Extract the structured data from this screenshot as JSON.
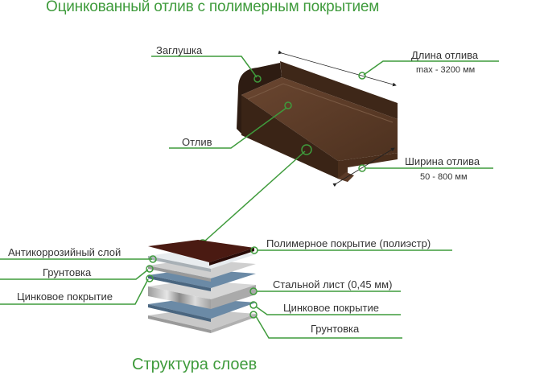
{
  "diagram": {
    "title": "Оцинкованный отлив с полимерным покрытием",
    "product_labels": {
      "cap": "Заглушка",
      "sill": "Отлив",
      "length": "Длина отлива",
      "length_value": "max - 3200 мм",
      "width": "Ширина отлива",
      "width_value": "50 - 800 мм"
    },
    "layers_title": "Структура слоев",
    "layers_left": [
      "Антикоррозийный слой",
      "Грунтовка",
      "Цинковое покрытие"
    ],
    "layers_right": [
      "Полимерное покрытие (полиэстр)",
      "Стальной лист (0,45 мм)",
      "Цинковое покрытие",
      "Грунтовка"
    ],
    "colors": {
      "accent_green": "#3f9b3c",
      "product_brown": "#5a3a26",
      "top_layer": "#4a1a12",
      "zinc_blue": "#6b8aa6",
      "steel_gray": "#b8b8b8"
    }
  }
}
